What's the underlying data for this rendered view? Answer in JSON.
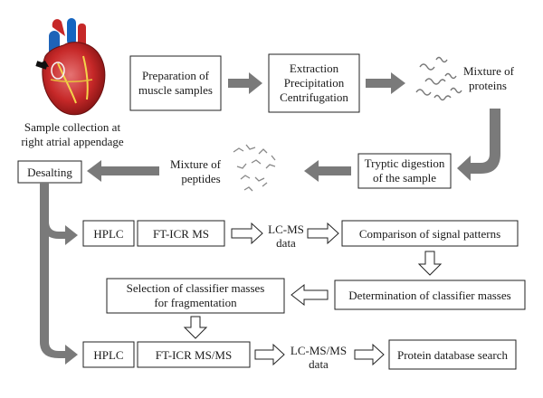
{
  "heart": {
    "caption_line1": "Sample collection at",
    "caption_line2": "right atrial appendage"
  },
  "steps": {
    "preparation": [
      "Preparation of",
      "muscle samples"
    ],
    "extraction": [
      "Extraction",
      "Precipitation",
      "Centrifugation"
    ],
    "mixture_proteins": [
      "Mixture of",
      "proteins"
    ],
    "tryptic": [
      "Tryptic digestion",
      "of the sample"
    ],
    "mixture_peptides": [
      "Mixture of",
      "peptides"
    ],
    "desalting": "Desalting",
    "hplc_1": "HPLC",
    "fticr_ms": "FT-ICR MS",
    "lcms_data": [
      "LC-MS",
      "data"
    ],
    "comparison": "Comparison of signal patterns",
    "determination": "Determination of classifier masses",
    "selection": [
      "Selection of classifier masses",
      "for fragmentation"
    ],
    "hplc_2": "HPLC",
    "fticr_msms": "FT-ICR MS/MS",
    "lcmsms_data": [
      "LC-MS/MS",
      "data"
    ],
    "database": "Protein database search"
  },
  "colors": {
    "box_border": "#222222",
    "gray_arrow": "#7a7a7a",
    "heart_red": "#c62828",
    "heart_blue": "#1565c0"
  }
}
